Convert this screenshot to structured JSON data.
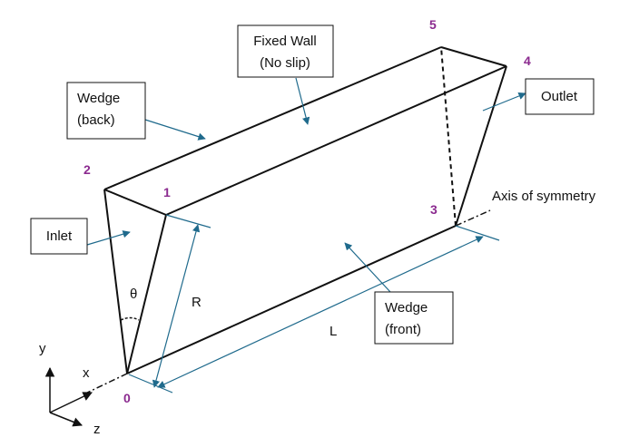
{
  "colors": {
    "edge": "#111111",
    "pointer": "#1f6a8c",
    "vertex_label": "#8b2a8f",
    "box_border": "#111111"
  },
  "vertices": {
    "v0": "0",
    "v1": "1",
    "v2": "2",
    "v3": "3",
    "v4": "4",
    "v5": "5"
  },
  "callouts": {
    "fixed_wall": [
      "Fixed Wall",
      "(No slip)"
    ],
    "wedge_back": [
      "Wedge",
      "(back)"
    ],
    "inlet": "Inlet",
    "outlet": "Outlet",
    "wedge_front": [
      "Wedge",
      "(front)"
    ]
  },
  "labels": {
    "axis_of_symmetry": "Axis of symmetry",
    "theta": "θ",
    "radius": "R",
    "length": "L"
  },
  "axes": {
    "x": "x",
    "y": "y",
    "z": "z"
  }
}
